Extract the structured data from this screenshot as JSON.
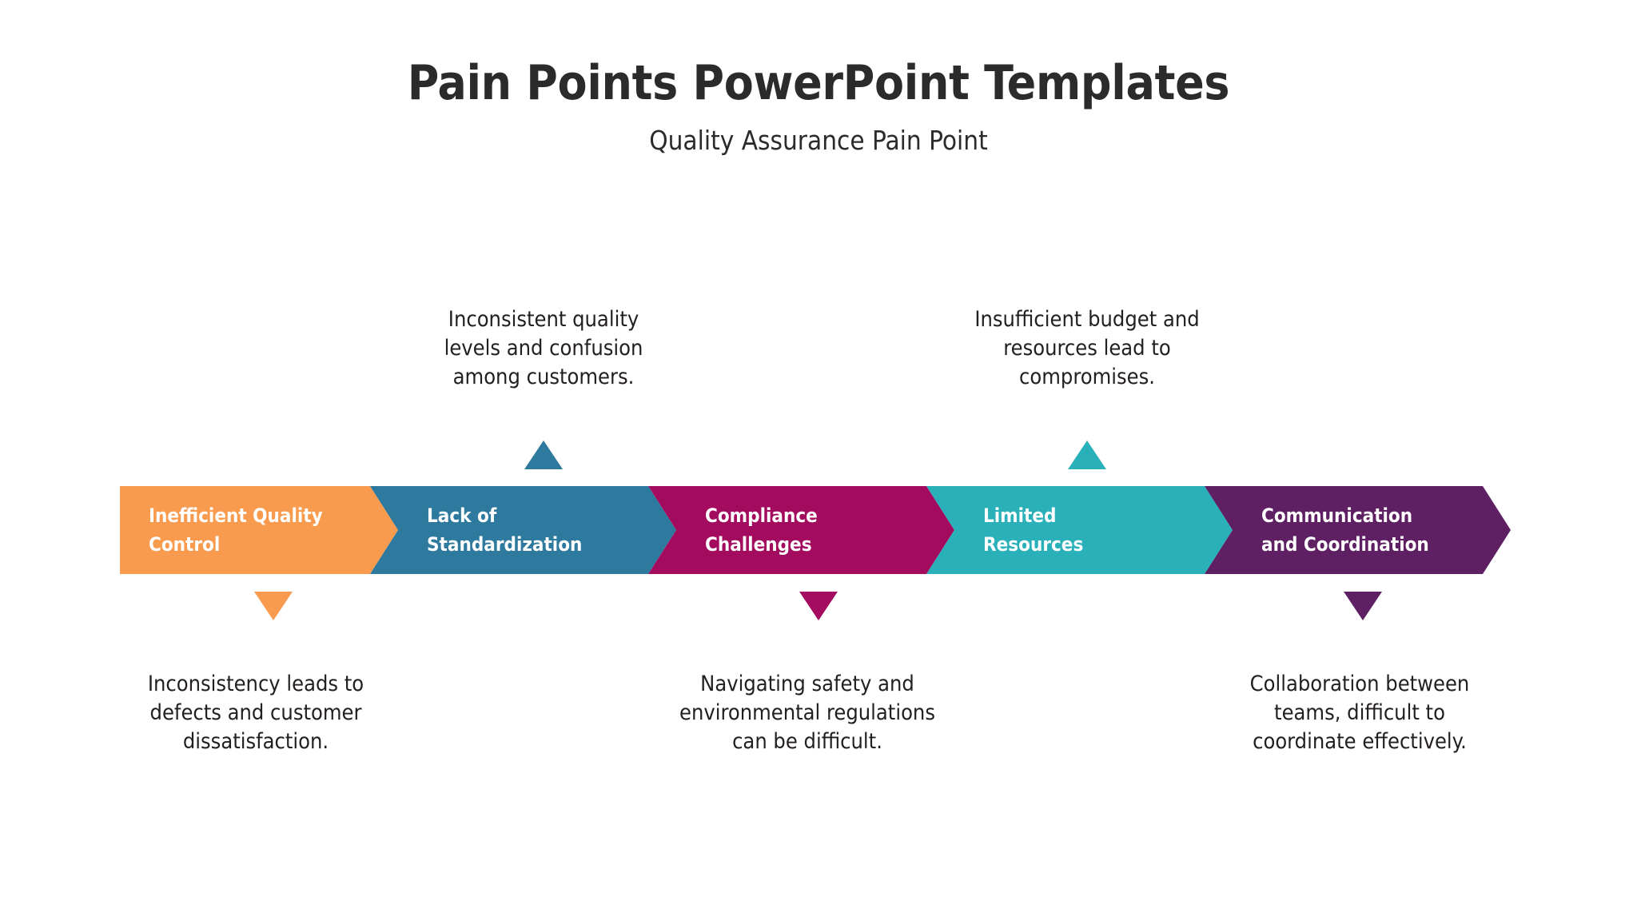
{
  "header": {
    "title": "Pain Points PowerPoint Templates",
    "subtitle": "Quality Assurance Pain Point"
  },
  "colors": {
    "orange": "#F89B4F",
    "blue": "#2D7A9E",
    "magenta": "#A30B5F",
    "teal": "#29B0B8",
    "purple": "#5E2063",
    "text_dark": "#231f20",
    "title_dark": "#2b2b2b",
    "background": "#FFFFFF"
  },
  "chart_data": {
    "type": "diagram",
    "title": "Pain Points PowerPoint Templates",
    "subtitle": "Quality Assurance Pain Point",
    "layout": "horizontal chevron process bar with 5 segments and alternating above/below callouts",
    "segments": [
      {
        "index": 1,
        "label_lines": [
          "Inefficient Quality",
          "Control"
        ],
        "color": "#F89B4F",
        "callout_position": "below",
        "callout_lines": [
          "Inconsistency leads to",
          "defects and customer",
          "dissatisfaction."
        ],
        "marker": "triangle-down"
      },
      {
        "index": 2,
        "label_lines": [
          "Lack of",
          "Standardization"
        ],
        "color": "#2D7A9E",
        "callout_position": "above",
        "callout_lines": [
          "Inconsistent quality",
          "levels and confusion",
          "among customers."
        ],
        "marker": "triangle-up"
      },
      {
        "index": 3,
        "label_lines": [
          "Compliance",
          "Challenges"
        ],
        "color": "#A30B5F",
        "callout_position": "below",
        "callout_lines": [
          "Navigating safety and",
          "environmental regulations",
          "can be difficult."
        ],
        "marker": "triangle-down"
      },
      {
        "index": 4,
        "label_lines": [
          "Limited",
          "Resources"
        ],
        "color": "#29B0B8",
        "callout_position": "above",
        "callout_lines": [
          "Insufficient budget and",
          "resources lead to",
          "compromises."
        ],
        "marker": "triangle-up"
      },
      {
        "index": 5,
        "label_lines": [
          "Communication",
          "and Coordination"
        ],
        "color": "#5E2063",
        "callout_position": "below",
        "callout_lines": [
          "Collaboration between",
          "teams, difficult to",
          "coordinate effectively."
        ],
        "marker": "triangle-down"
      }
    ]
  }
}
